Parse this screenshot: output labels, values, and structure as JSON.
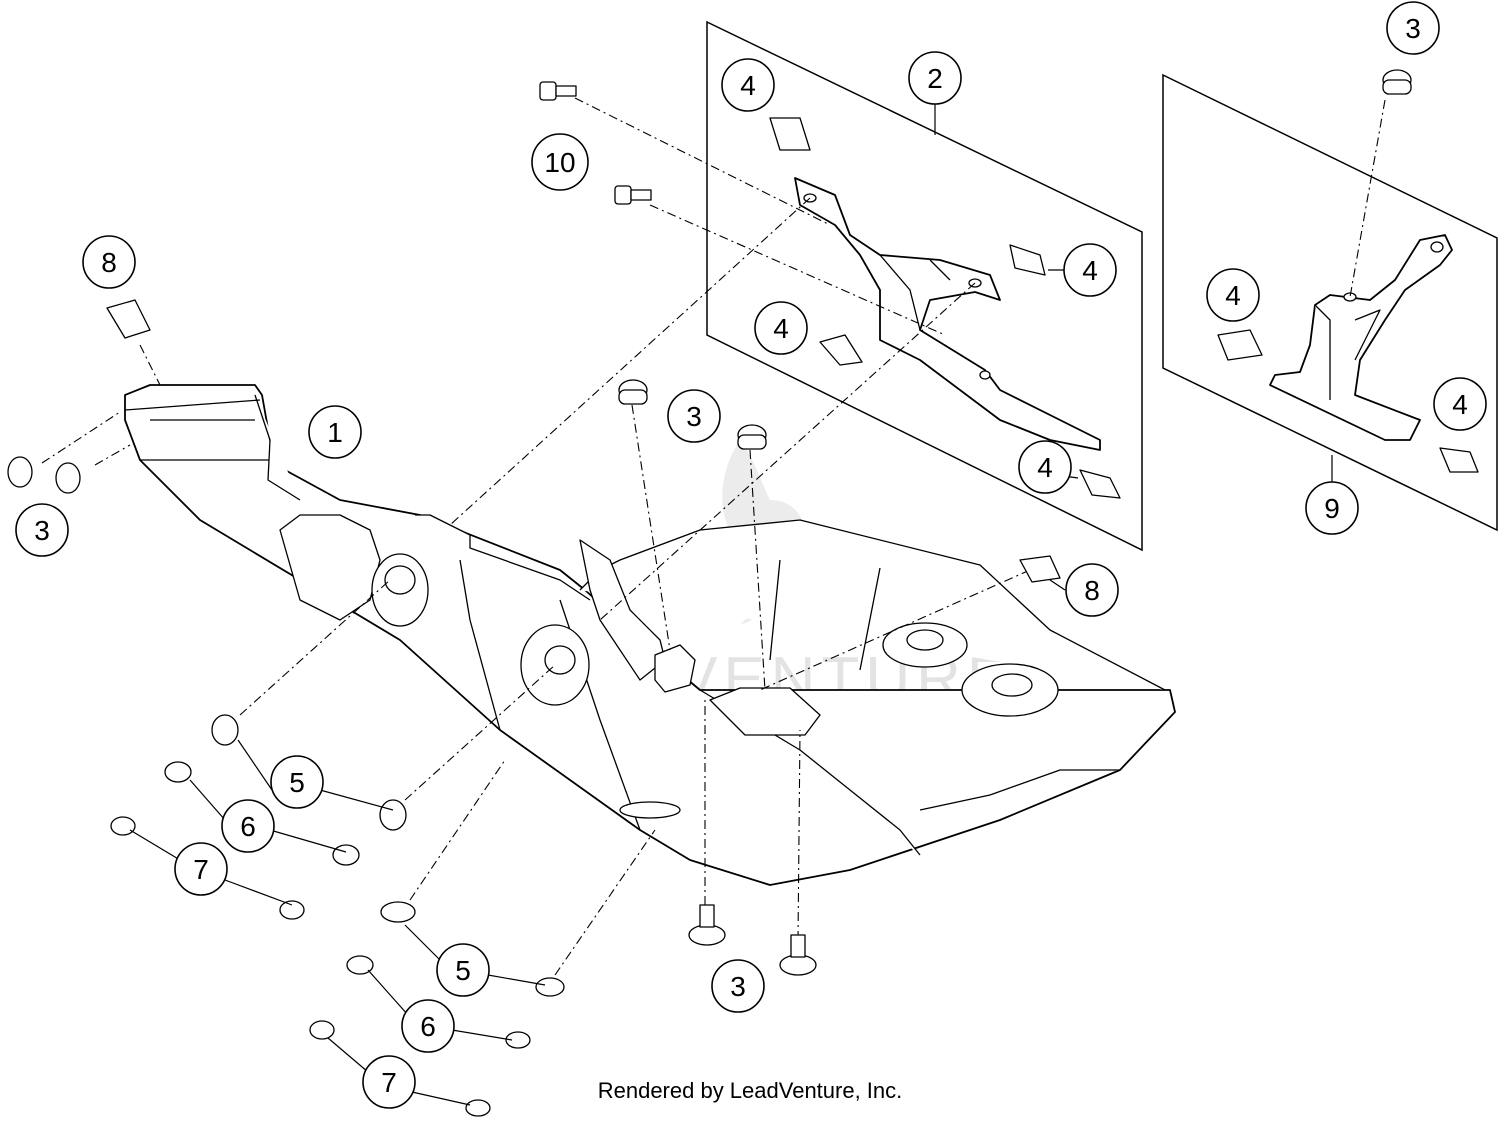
{
  "watermark": {
    "text": "LEADVENTURE"
  },
  "footer": {
    "credit": "Rendered by LeadVenture, Inc."
  },
  "callouts": {
    "c1": "1",
    "c2": "2",
    "c3": "3",
    "c4": "4",
    "c5": "5",
    "c6": "6",
    "c7": "7",
    "c8": "8",
    "c9": "9",
    "c10": "10"
  }
}
